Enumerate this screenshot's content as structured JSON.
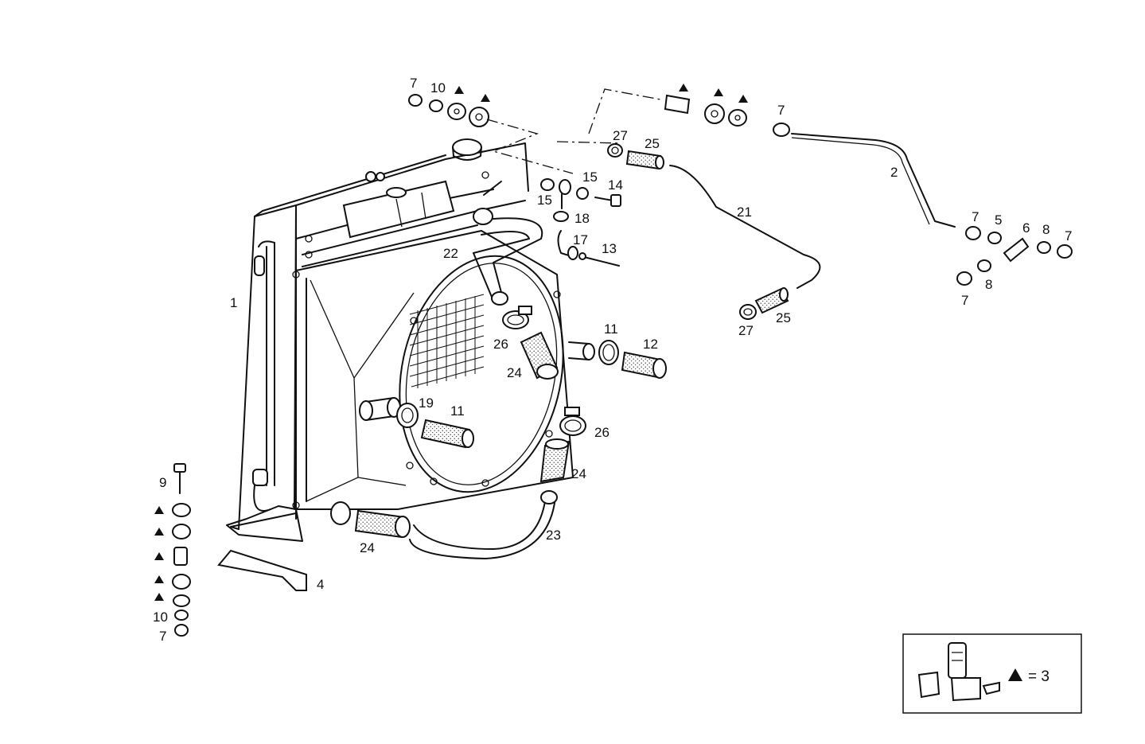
{
  "callouts": {
    "c1": "1",
    "c2": "2",
    "c4": "4",
    "c5": "5",
    "c6": "6",
    "c7a": "7",
    "c7b": "7",
    "c7c": "7",
    "c7d": "7",
    "c7e": "7",
    "c7f": "7",
    "c8a": "8",
    "c8b": "8",
    "c9": "9",
    "c10a": "10",
    "c10b": "10",
    "c11a": "11",
    "c11b": "11",
    "c12": "12",
    "c13": "13",
    "c14": "14",
    "c15a": "15",
    "c15b": "15",
    "c17": "17",
    "c18": "18",
    "c19": "19",
    "c21": "21",
    "c22": "22",
    "c23": "23",
    "c24a": "24",
    "c24b": "24",
    "c24c": "24",
    "c25a": "25",
    "c25b": "25",
    "c26a": "26",
    "c26b": "26",
    "c27a": "27",
    "c27b": "27"
  },
  "legend": {
    "text": "= 3",
    "marker_icon": "triangle-icon"
  }
}
